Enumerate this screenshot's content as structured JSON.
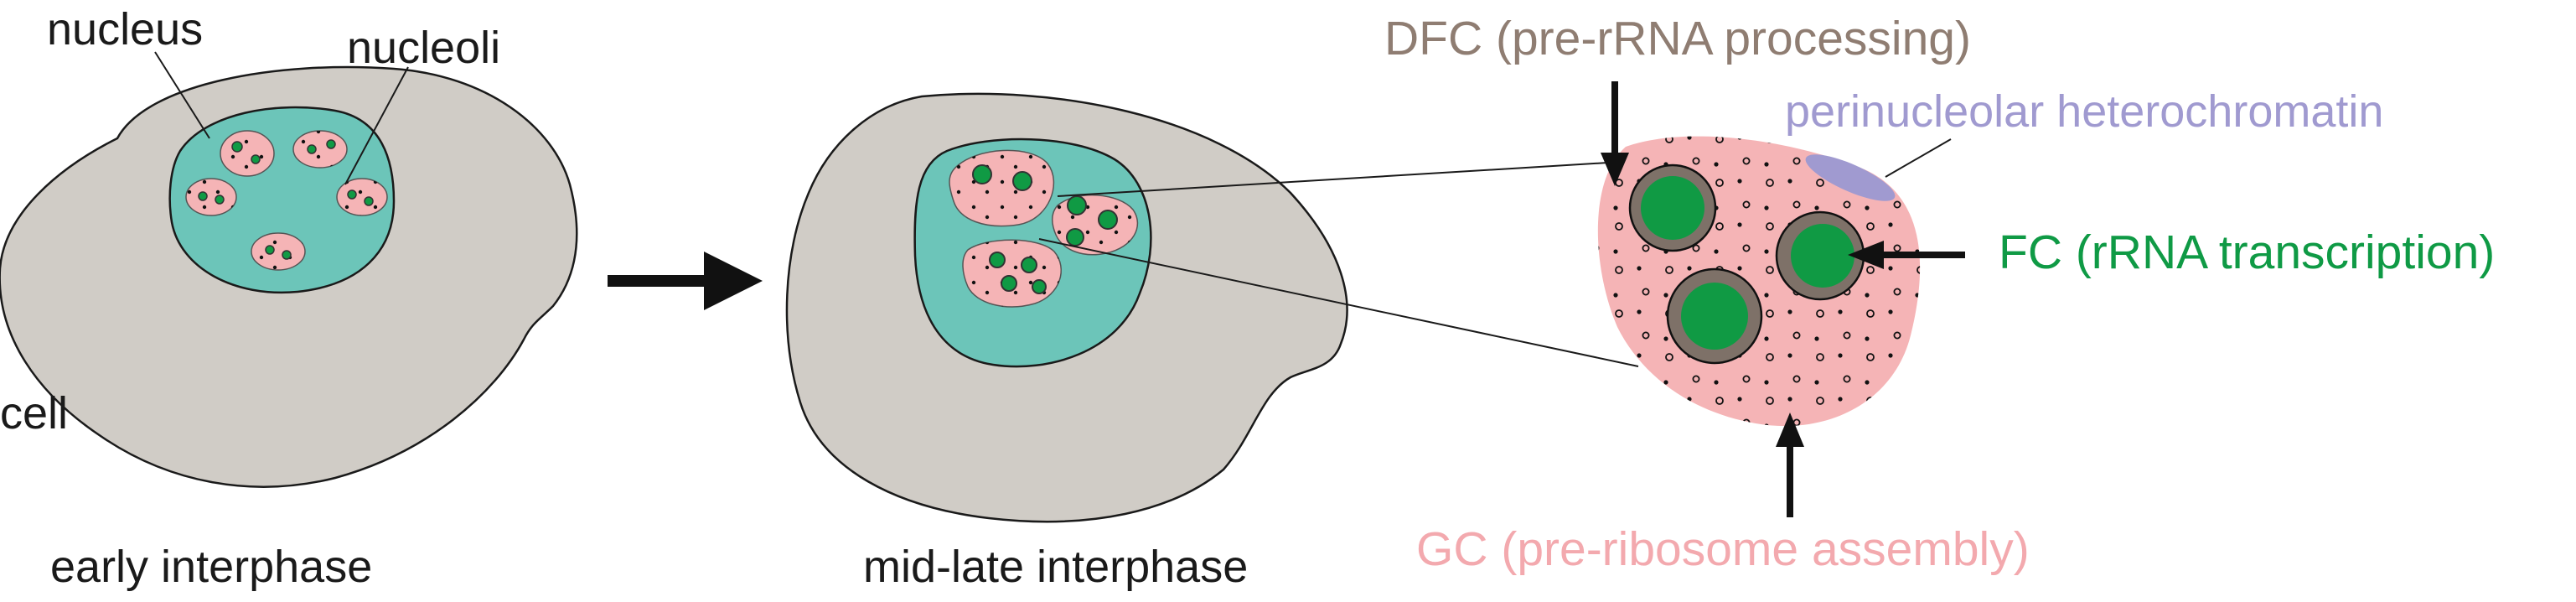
{
  "labels": {
    "nucleus": "nucleus",
    "nucleoli": "nucleoli",
    "cell": "cell",
    "early_interphase": "early interphase",
    "mid_late_interphase": "mid-late interphase",
    "dfc": "DFC (pre-rRNA processing)",
    "perinucleolar": "perinucleolar heterochromatin",
    "fc": "FC (rRNA transcription)",
    "gc": "GC (pre-ribosome assembly)"
  },
  "colors": {
    "cell": "#d0ccc6",
    "nucleus": "#6cc5b9",
    "nucleolus": "#f5b4b6",
    "fc": "#109a44",
    "dfc": "#7e7168",
    "dfc_text": "#8f7d72",
    "fc_text": "#0f9a45",
    "gc_text": "#f3a9ae",
    "heterochromatin": "#a09ad0"
  }
}
